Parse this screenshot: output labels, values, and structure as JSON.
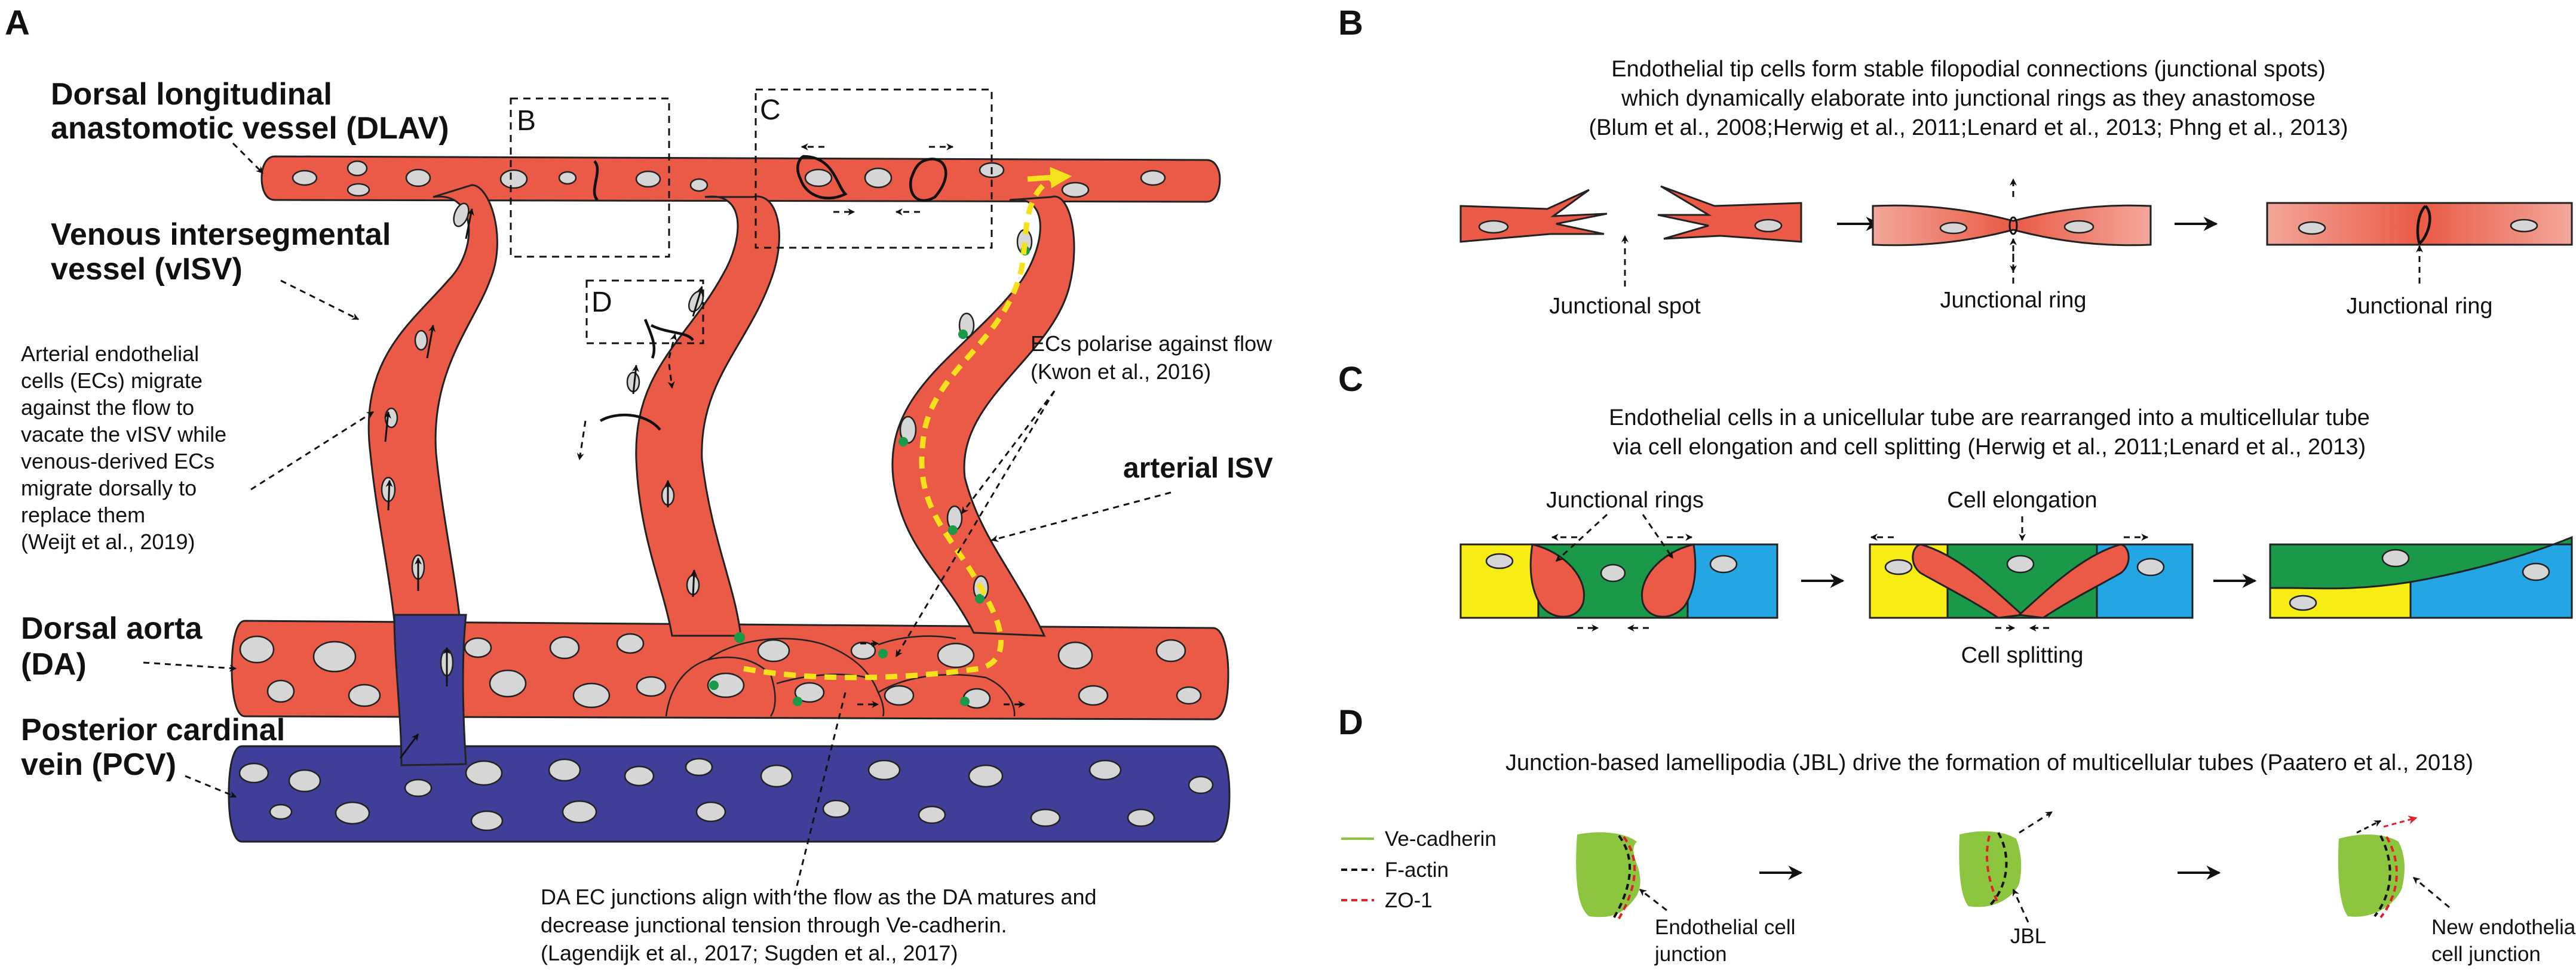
{
  "panels": {
    "A": {
      "letter": "A",
      "labels": {
        "dlav_1": "Dorsal longitudinal",
        "dlav_2": "anastomotic vessel (DLAV)",
        "visv_1": "Venous intersegmental",
        "visv_2": "vessel (vISV)",
        "migrate_1": "Arterial endothelial",
        "migrate_2": "cells (ECs) migrate",
        "migrate_3": "against the flow to",
        "migrate_4": "vacate the vISV while",
        "migrate_5": "venous-derived ECs",
        "migrate_6": "migrate dorsally to",
        "migrate_7": "replace them",
        "migrate_8": "(Weijt et al., 2019)",
        "da_1": "Dorsal aorta",
        "da_2": "(DA)",
        "pcv_1": "Posterior cardinal",
        "pcv_2": "vein (PCV)",
        "polarise_1": "ECs polarise against flow",
        "polarise_2": "(Kwon et al., 2016)",
        "arterial_isv": "arterial ISV",
        "junctions_1": "DA EC junctions align with the flow as the DA matures and",
        "junctions_2": "decrease junctional tension through Ve-cadherin.",
        "junctions_3": "(Lagendijk et al., 2017; Sugden et al., 2017)",
        "box_b": "B",
        "box_c": "C",
        "box_d": "D"
      }
    },
    "B": {
      "letter": "B",
      "caption_1": "Endothelial tip cells form stable filopodial connections (junctional spots)",
      "caption_2": "which dynamically elaborate into junctional rings as they anastomose",
      "caption_3": "(Blum et al., 2008;Herwig et al., 2011;Lenard et al., 2013; Phng et al., 2013)",
      "label_spot": "Junctional spot",
      "label_ring_1": "Junctional ring",
      "label_ring_2": "Junctional ring"
    },
    "C": {
      "letter": "C",
      "caption_1": "Endothelial cells in a unicellular tube are rearranged into a multicellular tube",
      "caption_2": "via cell elongation and cell splitting (Herwig et al., 2011;Lenard et al., 2013)",
      "label_rings": "Junctional rings",
      "label_elongation": "Cell elongation",
      "label_splitting": "Cell splitting"
    },
    "D": {
      "letter": "D",
      "caption": "Junction-based lamellipodia (JBL) drive the formation of multicellular tubes (Paatero et al., 2018)",
      "legend": [
        {
          "label": "Ve-cadherin",
          "color": "#8cc63e",
          "style": "solid"
        },
        {
          "label": "F-actin",
          "color": "#111111",
          "style": "dashed"
        },
        {
          "label": "ZO-1",
          "color": "#e0202a",
          "style": "dashed"
        }
      ],
      "label_junction_1": "Endothelial cell",
      "label_junction_2": "junction",
      "label_jbl": "JBL",
      "label_new_1": "New endothelial",
      "label_new_2": "cell junction"
    }
  },
  "colors": {
    "artery": "#ea5a46",
    "vein": "#3f3f9a",
    "nucleus": "#d6d6d6",
    "flow_path": "#f6e21a",
    "cell_yellow": "#f7ec14",
    "cell_green": "#1a9a48",
    "cell_blue": "#23a6e3",
    "ve_cadherin": "#8cc63e",
    "zo1": "#e0202a"
  }
}
